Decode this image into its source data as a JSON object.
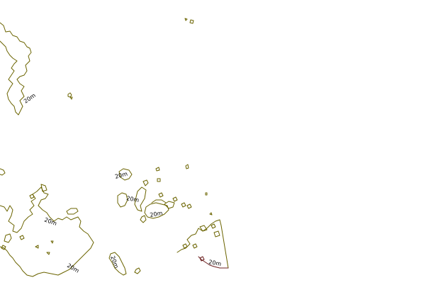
{
  "map": {
    "colors": {
      "background": "#ffffff",
      "contour": "#6b6400",
      "contour_alt": "#6b1f1f",
      "label": "#000000"
    },
    "contour_labels": [
      {
        "id": "nw",
        "text": "20m"
      },
      {
        "id": "west-center",
        "text": "20m"
      },
      {
        "id": "center-top",
        "text": "20m"
      },
      {
        "id": "center-mid",
        "text": "20m"
      },
      {
        "id": "center-right",
        "text": "20m"
      },
      {
        "id": "southwest",
        "text": "20m"
      },
      {
        "id": "south-center",
        "text": "20m"
      },
      {
        "id": "southeast",
        "text": "20m"
      }
    ]
  }
}
